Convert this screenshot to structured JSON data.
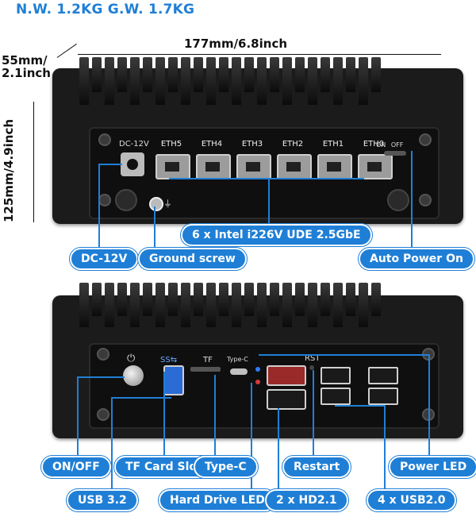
{
  "header": {
    "weights": "N.W. 1.2KG G.W. 1.7KG"
  },
  "dimensions": {
    "width": "177mm/6.8inch",
    "depth_line1": "55mm/",
    "depth_line2": "2.1inch",
    "height": "125mm/4.9inch"
  },
  "front_panel": {
    "dc_label": "DC-12V",
    "eth_ports": [
      "ETH5",
      "ETH4",
      "ETH3",
      "ETH2",
      "ETH1",
      "ETH0"
    ],
    "switch_on": "ON",
    "switch_off": "OFF"
  },
  "rear_panel": {
    "tf_label": "TF",
    "typec_label": "Type-C",
    "rst_label": "RST"
  },
  "callouts": {
    "eth": "6 x Intel i226V UDE 2.5GbE",
    "dc": "DC-12V",
    "ground": "Ground screw",
    "auto_power": "Auto Power On",
    "onoff": "ON/OFF",
    "tf_slot": "TF Card Slot",
    "typec": "Type-C",
    "restart": "Restart",
    "power_led": "Power LED",
    "usb32": "USB 3.2",
    "hdd_led": "Hard Drive LED",
    "hdmi": "2 x HD2.1",
    "usb20": "4 x USB2.0"
  },
  "colors": {
    "accent": "#1f7fd6",
    "chassis": "#1b1b1b"
  }
}
